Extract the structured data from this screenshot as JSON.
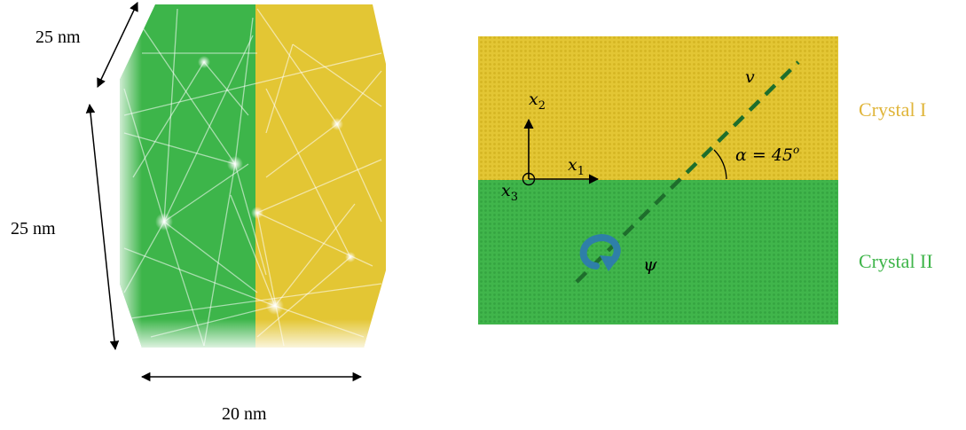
{
  "left_figure": {
    "depth_label": "25 nm",
    "height_label": "25 nm",
    "width_label": "20 nm"
  },
  "right_figure": {
    "crystal_upper": "Crystal I",
    "crystal_lower": "Crystal II",
    "axis_x1": "x",
    "axis_x1_sub": "1",
    "axis_x2": "x",
    "axis_x2_sub": "2",
    "axis_x3": "x",
    "axis_x3_sub": "3",
    "direction_label": "v",
    "angle_label": "α = 45",
    "angle_unit": "o",
    "rotation_label": "ψ"
  },
  "colors": {
    "green": "#3db54a",
    "yellow": "#e3c634",
    "dark_green": "#1e6e2c",
    "arrow_blue": "#2e7fa8",
    "label_yellow": "#e0b53a",
    "label_green": "#3fb54a"
  }
}
